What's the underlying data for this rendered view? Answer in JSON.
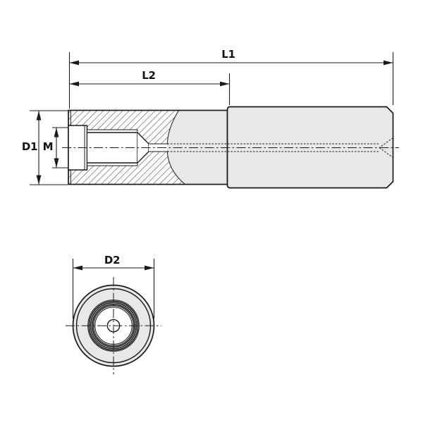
{
  "drawing": {
    "kind": "technical-drawing-two-views",
    "colors": {
      "line": "#1a1a1a",
      "body_fill": "#e8e8e8",
      "background": "#ffffff"
    },
    "dimensions": {
      "L1": {
        "label": "L1"
      },
      "L2": {
        "label": "L2"
      },
      "D1": {
        "label": "D1"
      },
      "M": {
        "label": "M"
      },
      "D2": {
        "label": "D2"
      }
    }
  }
}
